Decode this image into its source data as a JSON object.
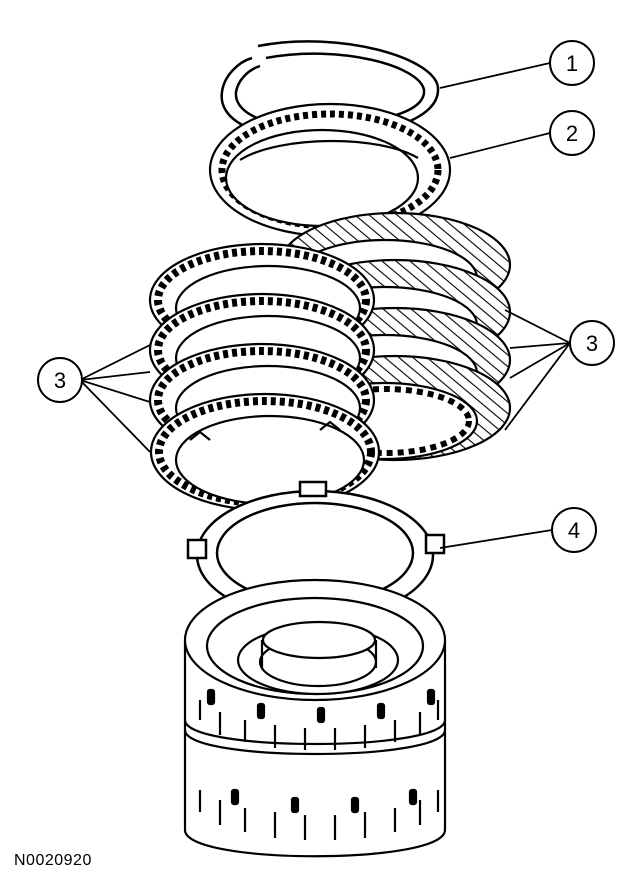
{
  "figure_id": "N0020920",
  "callouts": [
    {
      "id": "1"
    },
    {
      "id": "2"
    },
    {
      "id": "3"
    },
    {
      "id": "3"
    },
    {
      "id": "4"
    }
  ]
}
